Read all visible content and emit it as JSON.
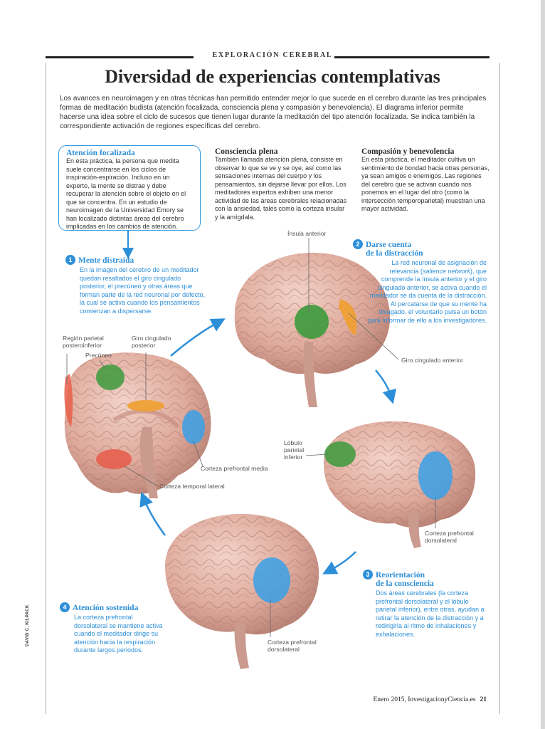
{
  "header": {
    "section": "EXPLORACIÓN CEREBRAL"
  },
  "title": "Diversidad de experiencias contemplativas",
  "intro": "Los avances en neuroimagen y en otras técnicas han permitido entender mejor lo que sucede en el cerebro durante las tres principales formas de meditación budista (atención focalizada, consciencia plena y compasión y benevolencia). El diagrama inferior permite hacerse una idea sobre el ciclo de sucesos que tienen lugar durante la meditación del tipo atención focalizada. Se indica también la correspondiente activación de regiones específicas del cerebro.",
  "practices": [
    {
      "title": "Atención focalizada",
      "text": "En esta práctica, la persona que medita suele concentrarse en los ciclos de inspiración-espiración. Incluso en un experto, la mente se distrae y debe recuperar la atención sobre el objeto en el que se concentra. En un estudio de neuroimagen de la Universidad Emory se han localizado distintas áreas del cerebro implicadas en los cambios de atención."
    },
    {
      "title": "Consciencia plena",
      "text": "También llamada atención plena, consiste en observar lo que se ve y se oye, así como las sensaciones internas del cuerpo y los pensamientos, sin dejarse llevar por ellos. Los meditadores expertos exhiben una menor actividad de las áreas cerebrales relacionadas con la ansiedad, tales como la corteza insular y la amígdala."
    },
    {
      "title": "Compasión y benevolencia",
      "text": "En esta práctica, el meditador cultiva un sentimiento de bondad hacia otras personas, ya sean amigos o enemigos. Las regiones del cerebro que se activan cuando nos ponemos en el lugar del otro (como la intersección temporoparietal) muestran una mayor actividad."
    }
  ],
  "steps": [
    {
      "num": "1",
      "title": "Mente distraída",
      "text": "En la imagen del cerebro de un meditador quedan resaltados el giro cingulado posterior, el precúneo y otras áreas que forman parte de la red neuronal por defecto, la cual se activa cuando los pensamientos comienzan a dispersarse."
    },
    {
      "num": "2",
      "title1": "Darse cuenta",
      "title2": "de la distracción",
      "text_pre": "La red neuronal de asignación de relevancia (",
      "text_em": "salience network",
      "text_post": "), que comprende la ínsula anterior y el giro cingulado anterior, se activa cuando el meditador se da cuenta de la distracción. Al percatarse de que su mente ha divagado, el voluntario pulsa un botón para informar de ello a los investigadores."
    },
    {
      "num": "3",
      "title1": "Reorientación",
      "title2": "de la consciencia",
      "text": "Dos áreas cerebrales (la corteza prefrontal dorsolateral y el lóbulo parietal inferior), entre otras, ayudan a retirar la atención de la distracción y a redirigirla al ritmo de inhalaciones y exhalaciones."
    },
    {
      "num": "4",
      "title": "Atención sostenida",
      "text": "La corteza prefrontal dorsolateral se mantiene activa cuando el meditador dirige su atención hacia la respiración durante largos periodos."
    }
  ],
  "labels": {
    "region_parietal": [
      "Región parietal",
      "posteroinferior"
    ],
    "precuneo": "Precúneo",
    "giro_posterior": [
      "Giro cingulado",
      "posterior"
    ],
    "corteza_prefrontal_media": "Corteza prefrontal media",
    "corteza_temporal_lateral": "Corteza temporal lateral",
    "insula_anterior": "Ínsula anterior",
    "giro_anterior": "Giro cingulado anterior",
    "lobulo_parietal": [
      "Lóbulo",
      "parietal",
      "inferior"
    ],
    "corteza_dorsolateral_3": [
      "Corteza prefrontal",
      "dorsolateral"
    ],
    "corteza_dorsolateral_4": [
      "Corteza prefrontal",
      "dorsolateral"
    ]
  },
  "credit": "DAVID C. KILPACK",
  "footer": {
    "issue": "Enero 2015, InvestigacionyCiencia.es",
    "page": "21"
  },
  "colors": {
    "accent": "#2d8fd8",
    "green": "#3c9a3c",
    "orange": "#f0a030",
    "blue_region": "#3aa0e8",
    "red_region": "#e85a4a",
    "brain": "#e2b4a8"
  }
}
